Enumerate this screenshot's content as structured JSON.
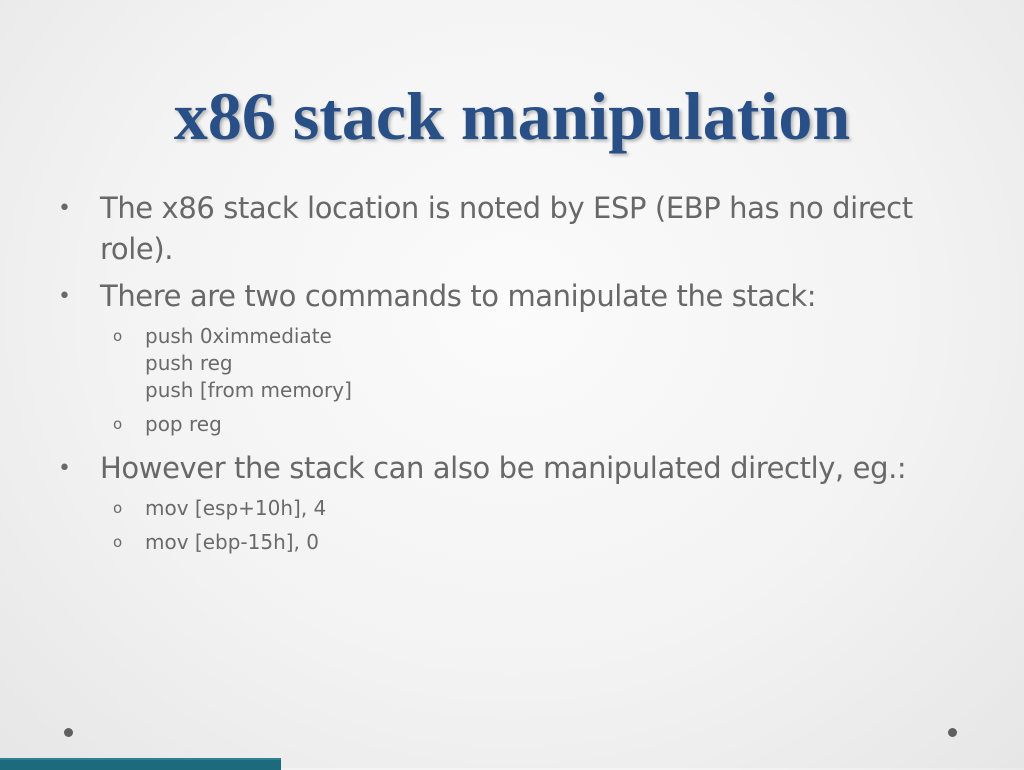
{
  "slide": {
    "title": "x86 stack manipulation",
    "bullets": [
      {
        "marker": "•",
        "text": "The x86 stack location is noted by ESP (EBP has no direct role)."
      },
      {
        "marker": "•",
        "text": "There are two commands to manipulate the stack:",
        "sub": [
          {
            "marker": "o",
            "lines": [
              "push 0ximmediate",
              "push reg",
              "push [from memory]"
            ]
          },
          {
            "marker": "o",
            "lines": [
              "pop reg"
            ]
          }
        ]
      },
      {
        "marker": "•",
        "text": "However the stack can also be manipulated directly, eg.:",
        "sub": [
          {
            "marker": "o",
            "lines": [
              "mov [esp+10h], 4"
            ]
          },
          {
            "marker": "o",
            "lines": [
              "mov [ebp-15h], 0"
            ]
          }
        ]
      }
    ]
  },
  "colors": {
    "title": "#294f87",
    "body_text": "#686868",
    "accent_bar": "#1d6a7d"
  }
}
